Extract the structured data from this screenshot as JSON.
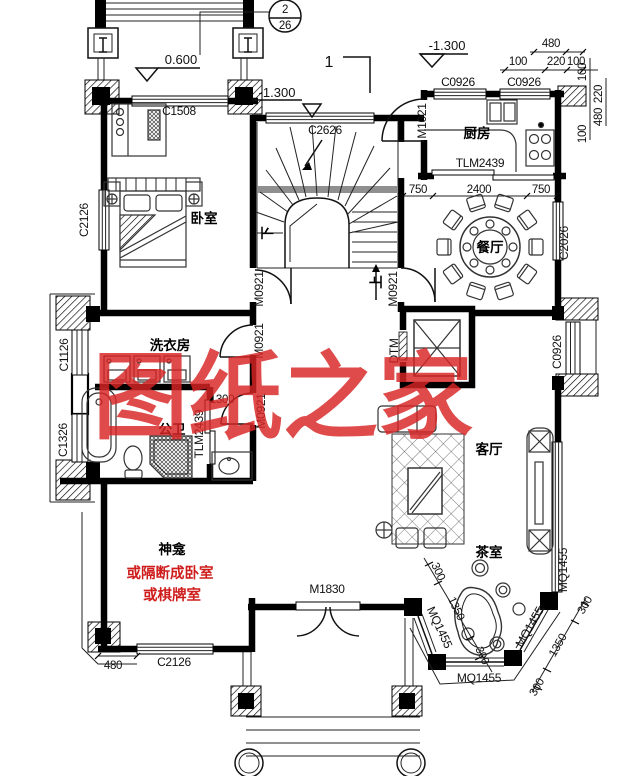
{
  "watermark": {
    "text": "图纸之家"
  },
  "rooms": {
    "bedroom": "卧室",
    "kitchen": "厨房",
    "dining": "餐厅",
    "laundry": "洗衣房",
    "bath": "公卫",
    "living": "客厅",
    "tea": "茶室",
    "shrine": "神龛",
    "shrine_alt1": "或隔断成卧室",
    "shrine_alt2": "或棋牌室",
    "elevator": "DTM"
  },
  "stairs": {
    "down": "下",
    "up": "上"
  },
  "levels": {
    "balcony": "0.600",
    "stair": "-1.300",
    "kitchen": "-1.300"
  },
  "marks": {
    "detail_no": "2",
    "detail_sheet": "26",
    "section_no": "1"
  },
  "windows": {
    "c1508": "C1508",
    "c2626": "C2626",
    "c2126": "C2126",
    "c0926": "C0926",
    "c2026": "C2026",
    "c1126": "C1126",
    "c1326": "C1326",
    "mq1455": "MQ1455"
  },
  "doors": {
    "m1021": "M1021",
    "m0921": "M0921",
    "m1830": "M1830",
    "tlm2439": "TLM2439"
  },
  "dims": {
    "d750": "750",
    "d2400": "2400",
    "d480": "480",
    "d100": "100",
    "d220": "220",
    "d1300": "1300",
    "d300": "300",
    "d1350": "1350"
  }
}
